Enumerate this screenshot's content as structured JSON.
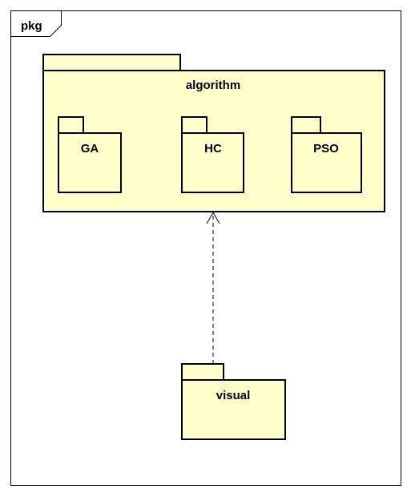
{
  "frame": {
    "label": "pkg"
  },
  "packages": {
    "algorithm": "algorithm",
    "ga": "GA",
    "hc": "HC",
    "pso": "PSO",
    "visual": "visual"
  },
  "dependency": {
    "from": "visual",
    "to": "algorithm",
    "style": "dashed-open-arrow"
  },
  "colors": {
    "package_fill": "#ffffcc",
    "stroke": "#000000",
    "background": "#ffffff"
  }
}
